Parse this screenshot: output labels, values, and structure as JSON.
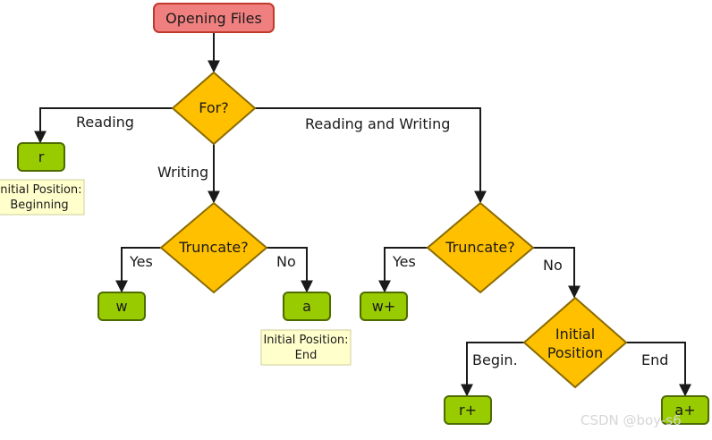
{
  "colors": {
    "start_fill": "#f08080",
    "start_stroke": "#c0392b",
    "decision_fill": "#ffc000",
    "decision_stroke": "#8a6b00",
    "mode_fill": "#99cc00",
    "mode_stroke": "#4d6b00",
    "note_fill": "#ffffcc",
    "note_stroke": "#cfcf9a",
    "line": "#1a1a1a"
  },
  "nodes": {
    "start": "Opening Files",
    "for_decision": "For?",
    "truncate_writing": "Truncate?",
    "truncate_rw": "Truncate?",
    "initial_position_line1": "Initial",
    "initial_position_line2": "Position",
    "mode_r": "r",
    "mode_w": "w",
    "mode_a": "a",
    "mode_w_plus": "w+",
    "mode_r_plus": "r+",
    "mode_a_plus": "a+"
  },
  "notes": {
    "r_note_line1": "Initial Position:",
    "r_note_line2": "Beginning",
    "a_note_line1": "Initial Position:",
    "a_note_line2": "End"
  },
  "edge_labels": {
    "reading": "Reading",
    "writing": "Writing",
    "reading_and_writing": "Reading and Writing",
    "yes_writing": "Yes",
    "no_writing": "No",
    "yes_rw": "Yes",
    "no_rw": "No",
    "begin": "Begin.",
    "end": "End"
  },
  "watermark": "CSDN @boy-s6"
}
